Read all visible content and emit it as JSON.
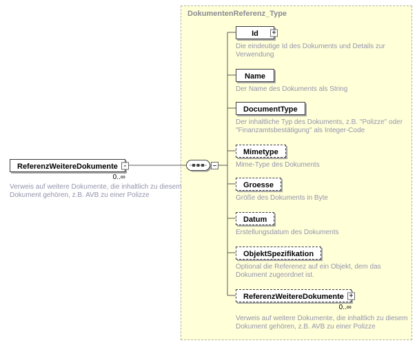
{
  "colors": {
    "type_background": "#FFFFD8",
    "annotation_text": "#9494AD",
    "box_shadow": "#A6A6A6"
  },
  "icons": {
    "expand": "+",
    "collapse": "-",
    "compositor": "sequence-compositor"
  },
  "type": {
    "title": "DokumentenReferenz_Type"
  },
  "root": {
    "name": "ReferenzWeitereDokumente",
    "cardinality": "0..∞",
    "annotation": "Verweis auf weitere Dokumente, die inhaltlich zu diesem Dokument gehören, z.B. AVB zu einer Polizze"
  },
  "children": [
    {
      "name": "Id",
      "optional": false,
      "expandable": true,
      "annotation": "Die eindeutige Id des Dokuments und Details zur Verwendung"
    },
    {
      "name": "Name",
      "optional": false,
      "expandable": false,
      "annotation": "Der Name des Dokuments als String"
    },
    {
      "name": "DocumentType",
      "optional": false,
      "expandable": false,
      "annotation": "Der inhaltliche Typ des Dokuments, z.B. \"Polizze\" oder \"Finanzamtsbestätigung\" als Integer-Code"
    },
    {
      "name": "Mimetype",
      "optional": true,
      "expandable": false,
      "annotation": "Mime-Type des Dokuments"
    },
    {
      "name": "Groesse",
      "optional": true,
      "expandable": false,
      "annotation": "Größe des Dokuments in Byte"
    },
    {
      "name": "Datum",
      "optional": true,
      "expandable": false,
      "annotation": "Erstellungsdatum des Dokuments"
    },
    {
      "name": "ObjektSpezifikation",
      "optional": true,
      "expandable": false,
      "annotation": "Optional die Referenez auf ein Objekt, dem das Dokument zugeordnet ist."
    },
    {
      "name": "ReferenzWeitereDokumente",
      "optional": true,
      "expandable": true,
      "cardinality": "0..∞",
      "annotation": "Verweis auf weitere Dokumente, die inhaltlich zu diesem Dokument gehören, z.B. AVB zu einer Polizze"
    }
  ]
}
